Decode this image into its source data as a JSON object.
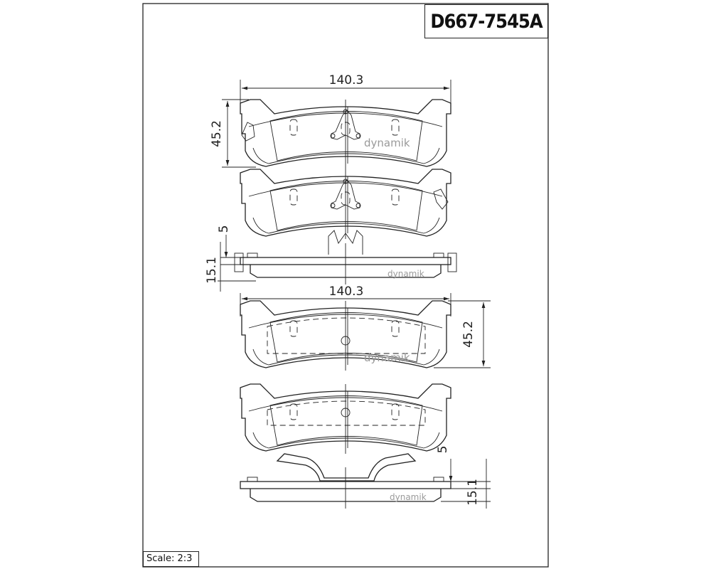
{
  "title": {
    "part_number": "D667-7545A"
  },
  "scale": {
    "label": "Scale: 2:3"
  },
  "dimensions": {
    "top_width": "140.3",
    "top_height": "45.2",
    "top_shim": "5",
    "top_thickness": "15.1",
    "bottom_width": "140.3",
    "bottom_height": "45.2",
    "bottom_shim": "5",
    "bottom_thickness": "15.1"
  },
  "watermark": {
    "text": "dynamik"
  }
}
